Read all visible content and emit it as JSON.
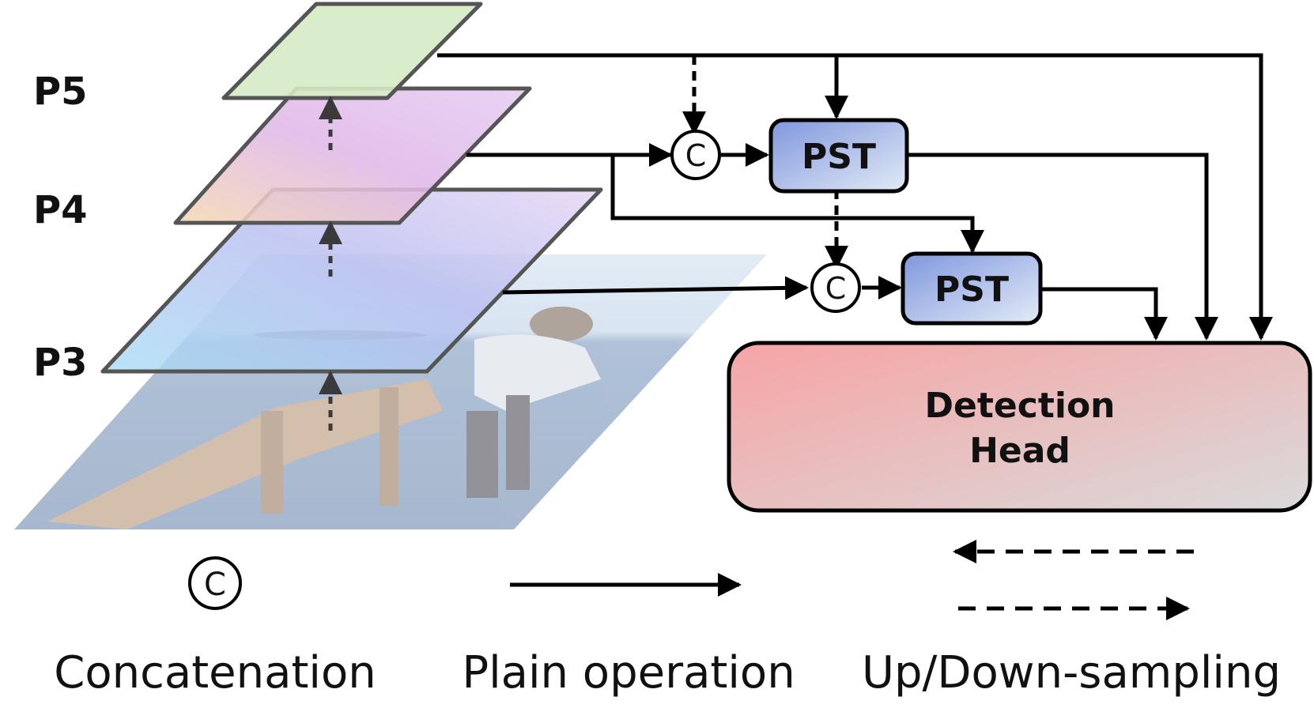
{
  "levels": {
    "p5": "P5",
    "p4": "P4",
    "p3": "P3"
  },
  "blocks": {
    "pst_top": "PST",
    "pst_bottom": "PST",
    "detection_head_line1": "Detection",
    "detection_head_line2": "Head"
  },
  "concat_symbol": "C",
  "legend": {
    "concatenation": "Concatenation",
    "plain_operation": "Plain operation",
    "up_down_sampling": "Up/Down-sampling"
  },
  "colors": {
    "p5_fill": "#d6ebc4",
    "p4_fill": "#e2c3ec",
    "p3_fill": "#b9c8f2",
    "pst_fill_start": "#7f97dd",
    "pst_fill_end": "#dce6f5",
    "head_fill_start": "#f6a7a8",
    "head_fill_end": "#dcdcdc",
    "stroke": "#000000"
  }
}
